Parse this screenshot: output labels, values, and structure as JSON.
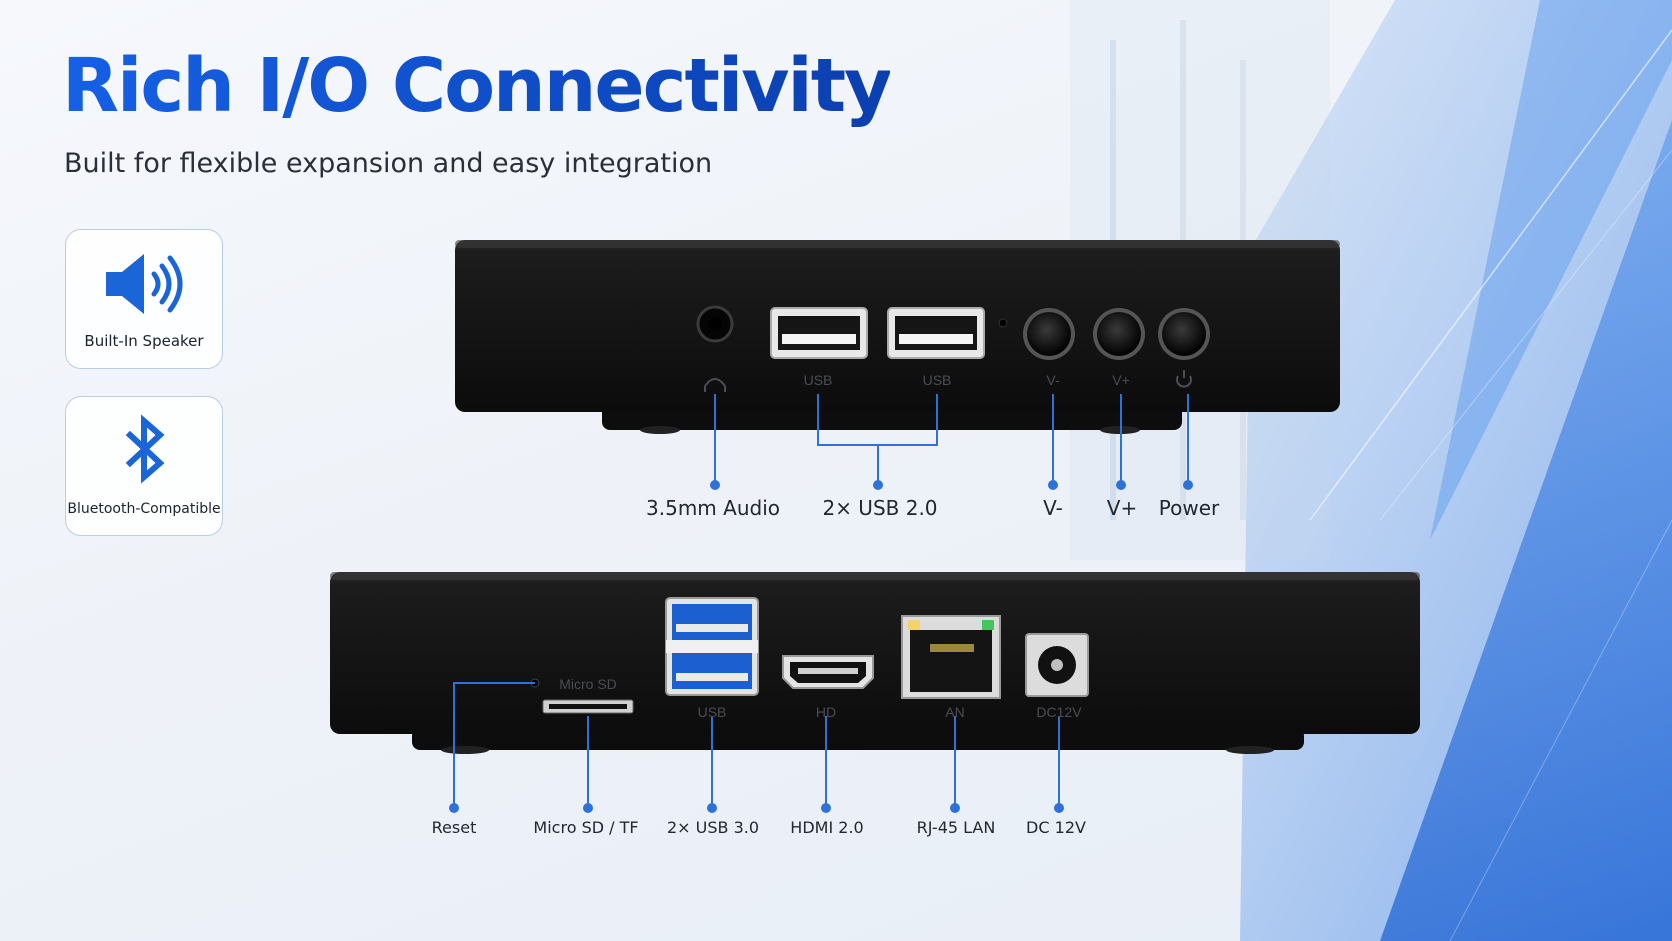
{
  "header": {
    "title": "Rich I/O Connectivity",
    "subtitle": "Built for flexible expansion and easy integration"
  },
  "features": [
    {
      "label": "Built-In Speaker",
      "icon": "speaker-icon"
    },
    {
      "label": "Bluetooth-Compatible",
      "icon": "bluetooth-icon"
    }
  ],
  "front_panel": {
    "ports": [
      {
        "label": "3.5mm Audio"
      },
      {
        "label": "2× USB 2.0"
      },
      {
        "label": "V-"
      },
      {
        "label": "V+"
      },
      {
        "label": "Power"
      }
    ],
    "silkscreen": {
      "usb_a": "USB",
      "usb_b": "USB",
      "vol_down": "V-",
      "vol_up": "V+"
    }
  },
  "rear_panel": {
    "ports": [
      {
        "label": "Reset"
      },
      {
        "label": "Micro SD / TF"
      },
      {
        "label": "2× USB 3.0"
      },
      {
        "label": "HDMI 2.0"
      },
      {
        "label": "RJ-45 LAN"
      },
      {
        "label": "DC 12V"
      }
    ],
    "silkscreen": {
      "microsd": "Micro SD",
      "usb": "USB",
      "hdmi": "HD",
      "lan": "AN",
      "dc": "DC12V"
    }
  },
  "colors": {
    "accent": "#1a66d8",
    "title": "#0d4fc9",
    "device": "#161616",
    "callout": "#2c72d9"
  }
}
